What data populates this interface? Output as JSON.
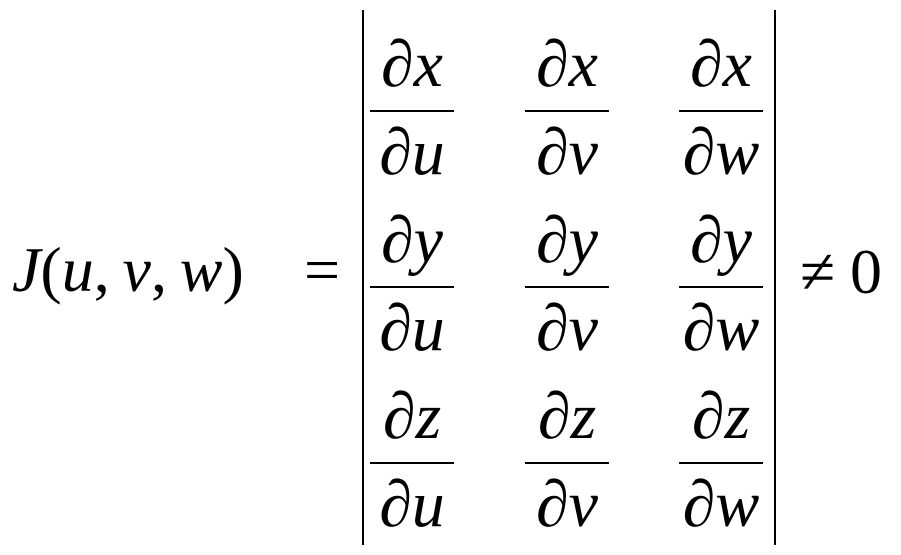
{
  "equation": {
    "lhs": {
      "function_name": "J",
      "open_paren": "(",
      "var1": "u",
      "comma1": ",",
      "var2": "v",
      "comma2": ",",
      "var3": "w",
      "close_paren": ")"
    },
    "equals": "=",
    "matrix": {
      "rows": [
        [
          {
            "num": "∂x",
            "den": "∂u"
          },
          {
            "num": "∂x",
            "den": "∂v"
          },
          {
            "num": "∂x",
            "den": "∂w"
          }
        ],
        [
          {
            "num": "∂y",
            "den": "∂u"
          },
          {
            "num": "∂y",
            "den": "∂v"
          },
          {
            "num": "∂y",
            "den": "∂w"
          }
        ],
        [
          {
            "num": "∂z",
            "den": "∂u"
          },
          {
            "num": "∂z",
            "den": "∂v"
          },
          {
            "num": "∂z",
            "den": "∂w"
          }
        ]
      ]
    },
    "relation": "≠",
    "rhs": "0"
  }
}
